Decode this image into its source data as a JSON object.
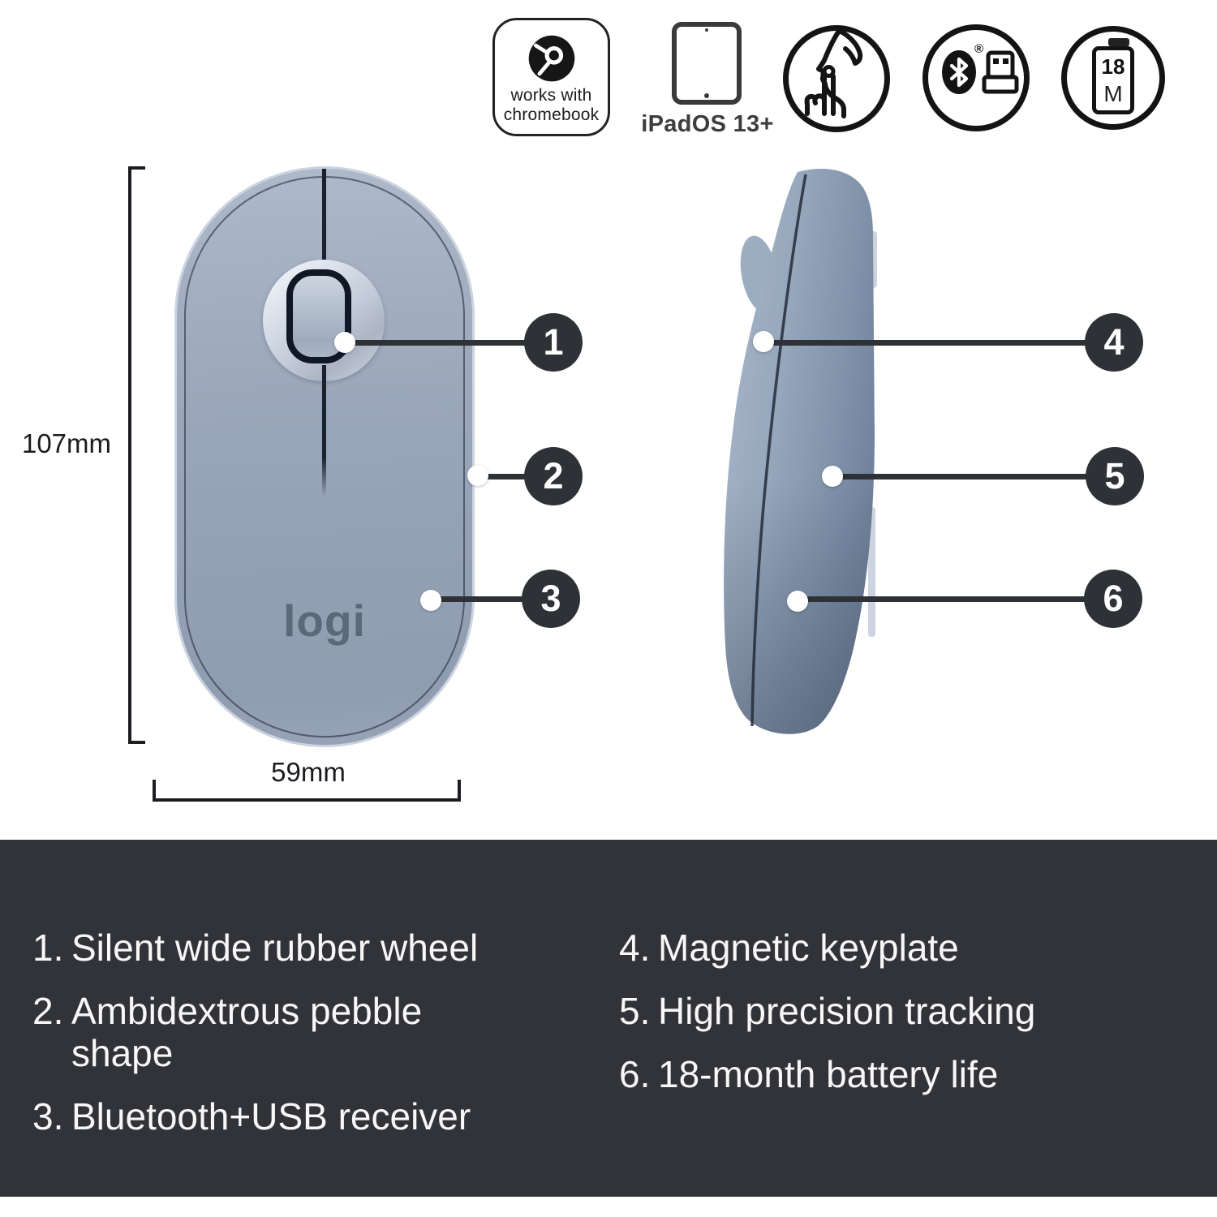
{
  "header": {
    "chromebook_badge": {
      "line1": "works with",
      "line2": "chromebook"
    },
    "ipad": {
      "label": "iPadOS 13+"
    },
    "bluetooth": {
      "reg": "®"
    },
    "battery": {
      "months": "18",
      "unit": "M"
    }
  },
  "diagram": {
    "dim_height": "107mm",
    "dim_width": "59mm",
    "logo": "logi",
    "callouts": [
      "1",
      "2",
      "3",
      "4",
      "5",
      "6"
    ]
  },
  "features": {
    "left": [
      {
        "num": "1.",
        "text": "Silent wide rubber wheel"
      },
      {
        "num": "2.",
        "text": "Ambidextrous pebble shape"
      },
      {
        "num": "3.",
        "text": "Bluetooth+USB receiver"
      }
    ],
    "right": [
      {
        "num": "4.",
        "text": "Magnetic keyplate"
      },
      {
        "num": "5.",
        "text": "High precision tracking"
      },
      {
        "num": "6.",
        "text": "18-month battery life"
      }
    ]
  },
  "colors": {
    "panel": "#313339",
    "callout": "#2e3135",
    "mouse_body": "#97a5b9",
    "logo_text": "#5a6878"
  }
}
